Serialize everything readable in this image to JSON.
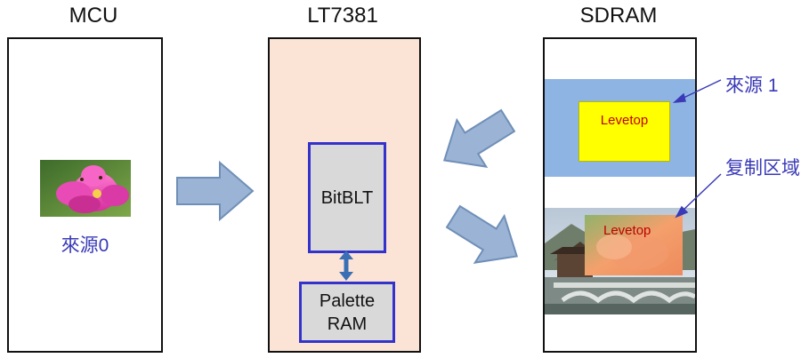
{
  "columns": {
    "mcu": {
      "title": "MCU",
      "source_label": "來源0"
    },
    "lt7381": {
      "title": "LT7381",
      "bitblt_label": "BitBLT",
      "palette_label_line1": "Palette",
      "palette_label_line2": "RAM"
    },
    "sdram": {
      "title": "SDRAM",
      "source_text": "Levetop",
      "copy_text": "Levetop"
    }
  },
  "callouts": {
    "source1": "來源 1",
    "copy_region": "复制区域"
  },
  "colors": {
    "outline": "#111111",
    "lt7381_fill": "#fbe3d5",
    "inner_border": "#3333cc",
    "inner_fill": "#d9d9d9",
    "arrow_fill": "#9bb3d4",
    "arrow_stroke": "#6f8fb8",
    "source_band": "#8eb4e3",
    "yellow_box": "#ffff00",
    "label_blue": "#3a3ab8",
    "levetop_red": "#c00000"
  }
}
